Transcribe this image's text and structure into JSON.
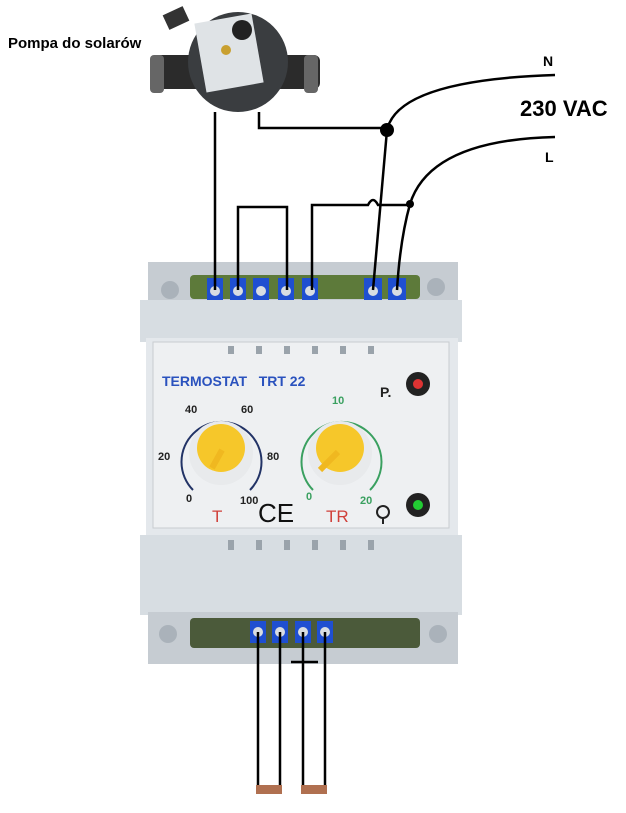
{
  "labels": {
    "pump": "Pompa do solarów",
    "neutral": "N",
    "voltage": "230 VAC",
    "live": "L"
  },
  "device": {
    "title": "TERMOSTAT   TRT 22",
    "power_indicator": "P.",
    "knob_t": {
      "label": "T",
      "ticks": [
        "0",
        "20",
        "40",
        "60",
        "80",
        "100"
      ]
    },
    "knob_tr": {
      "label": "TR",
      "ticks": [
        "0",
        "10",
        "20"
      ]
    },
    "ce_mark": "CE"
  },
  "colors": {
    "title_blue": "#2a52be",
    "label_red": "#d0403a",
    "tr_green": "#3aa060",
    "knob_yellow": "#f6c72a",
    "terminal_blue": "#1f4fd1"
  }
}
